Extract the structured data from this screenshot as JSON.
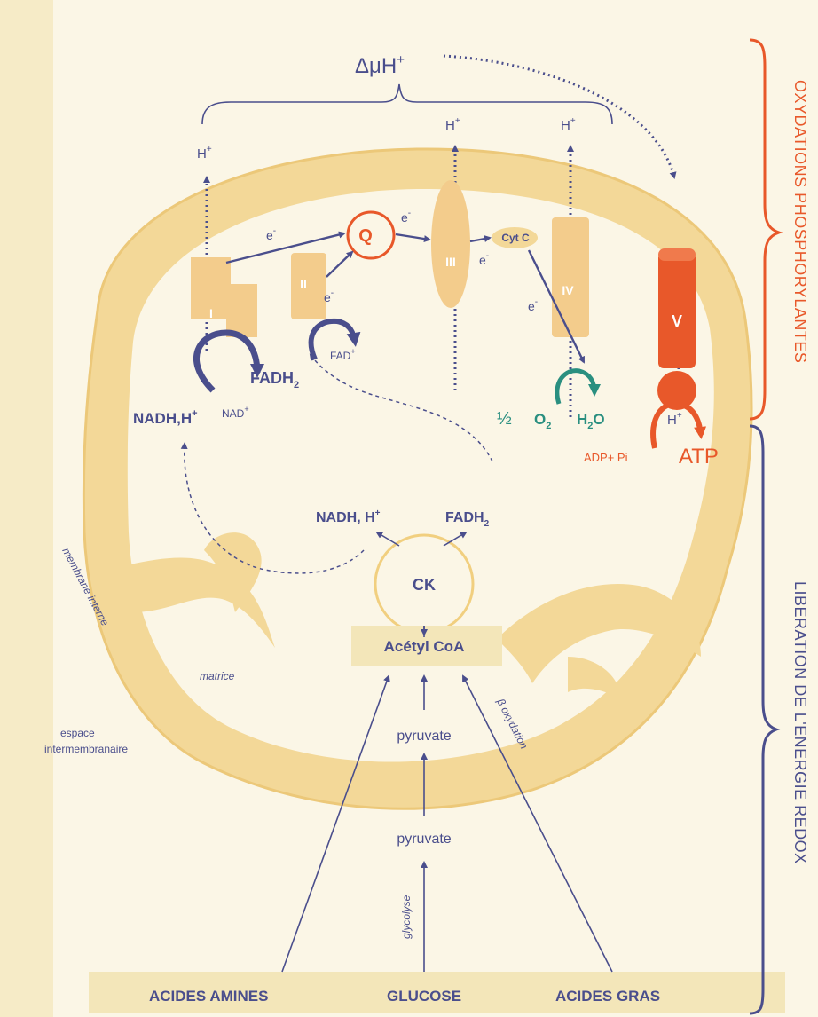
{
  "headers": {
    "oxidations": "OXYDATIONS PHOSPHORYLANTES",
    "liberation": "LIBERATION DE L'ENERGIE REDOX"
  },
  "gradient": {
    "delta_muH": "ΔμH",
    "delta_muH_sup": "+"
  },
  "protons": {
    "label": "H",
    "sup": "+"
  },
  "complexes": {
    "c1": "I",
    "c2": "II",
    "c3": "III",
    "c4": "IV",
    "c5": "V"
  },
  "carriers": {
    "quinone": "Q",
    "cytc": "Cyt C",
    "electron": "e",
    "electron_sup": "-"
  },
  "redox": {
    "nadh_left": "NADH,H",
    "nad_plus": "NAD",
    "fadh2_left": "FADH",
    "fad_plus": "FAD",
    "half": "½",
    "o2": "O",
    "h2o": "H",
    "h2o_o": "O",
    "two": "2",
    "adp": "ADP+ Pi",
    "atp": "ATP"
  },
  "krebs": {
    "nadh": "NADH, H",
    "fadh2": "FADH",
    "ck": "CK",
    "acetyl_coa": "Acétyl CoA"
  },
  "regions": {
    "membrane": "membrane interne",
    "matrice": "matrice",
    "espace_1": "espace",
    "espace_2": "intermembranaire"
  },
  "pathway": {
    "pyruvate_upper": "pyruvate",
    "pyruvate_lower": "pyruvate",
    "glycolyse": "glycolyse",
    "beta_ox": "β oxydation"
  },
  "sources": {
    "amines": "ACIDES AMINES",
    "glucose": "GLUCOSE",
    "gras": "ACIDES GRAS"
  },
  "colors": {
    "membrane": "#f5dca0",
    "membrane_stroke": "#e9c779",
    "complex": "#f3cc8c",
    "navy": "#4a4e8c",
    "orange": "#e8582a",
    "teal": "#2a8f80"
  }
}
